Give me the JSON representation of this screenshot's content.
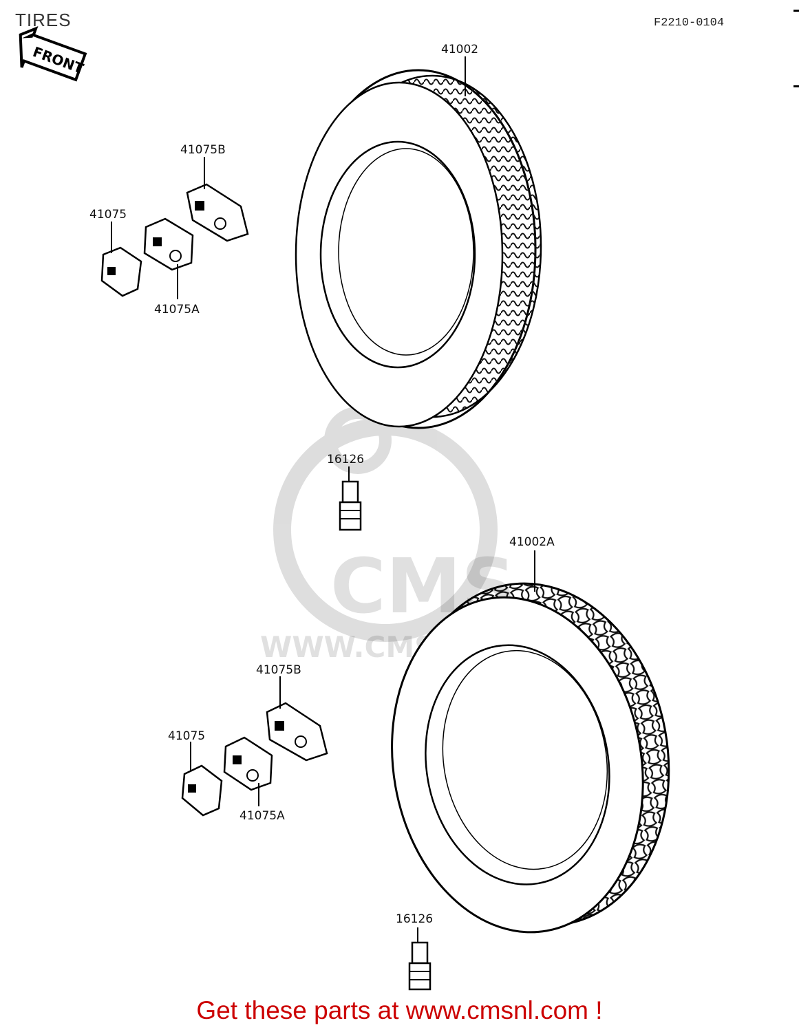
{
  "header": {
    "title": "TIRES",
    "figure_code": "F2210-0104"
  },
  "front_arrow": {
    "label": "FRONT"
  },
  "callouts": {
    "tire_front": "41002",
    "tire_rear": "41002A",
    "weight_b_upper": "41075B",
    "weight_upper": "41075",
    "weight_a_upper": "41075A",
    "valve_upper": "16126",
    "weight_b_lower": "41075B",
    "weight_lower": "41075",
    "weight_a_lower": "41075A",
    "valve_lower": "16126"
  },
  "watermark": {
    "logo_text": "CMS",
    "url_text": "WWW.CMSNL.COM"
  },
  "footer": {
    "text": "Get these parts at www.cmsnl.com !",
    "color": "#cc0000"
  }
}
